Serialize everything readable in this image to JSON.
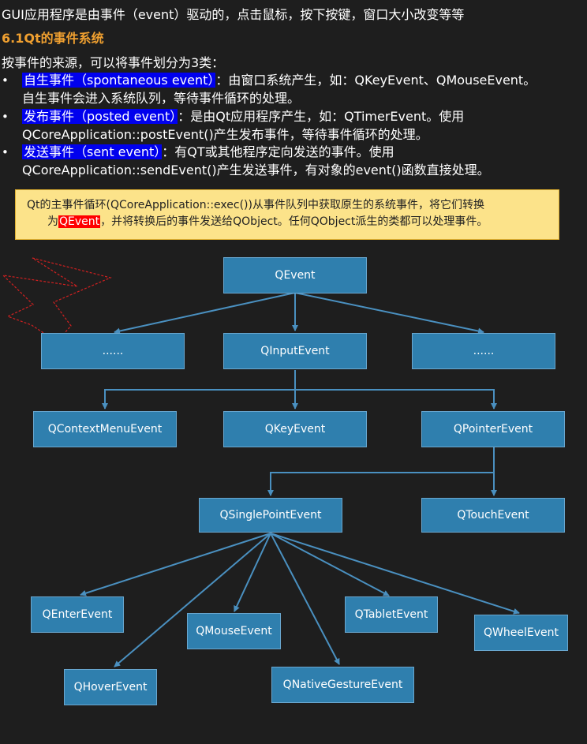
{
  "header": {
    "intro": "GUI应用程序是由事件（event）驱动的，点击鼠标，按下按键，窗口大小改变等等",
    "section_title": "6.1Qt的事件系统",
    "categories_intro": "按事件的来源，可以将事件划分为3类："
  },
  "bullets": [
    {
      "highlight": "自生事件（spontaneous event）",
      "text1": "：由窗口系统产生，如：QKeyEvent、QMouseEvent。",
      "text2": "自生事件会进入系统队列，等待事件循环的处理。"
    },
    {
      "highlight": "发布事件（posted event）",
      "text1": "：是由Qt应用程序产生，如：QTimerEvent。使用",
      "text2": "QCoreApplication::postEvent()产生发布事件，等待事件循环的处理。"
    },
    {
      "highlight": "发送事件（sent event）",
      "text1": "：有QT或其他程序定向发送的事件。使用",
      "text2": "QCoreApplication::sendEvent()产生发送事件，有对象的event()函数直接处理。"
    }
  ],
  "callout": {
    "line1": "Qt的主事件循环(QCoreApplication::exec())从事件队列中获取原生的系统事件，将它们转换",
    "line2_prefix": "为",
    "line2_highlight": "QEvent",
    "line2_suffix": "，并将转换后的事件发送给QObject。任何QObject派生的类都可以处理事件。"
  },
  "diagram": {
    "nodes": {
      "qevent": "QEvent",
      "ellipsis_left": "......",
      "qinputevent": "QInputEvent",
      "ellipsis_right": "......",
      "qcontextmenuevent": "QContextMenuEvent",
      "qkeyevent": "QKeyEvent",
      "qpointerevent": "QPointerEvent",
      "qsinglepointevent": "QSinglePointEvent",
      "qtouchevent": "QTouchEvent",
      "qenterevent": "QEnterEvent",
      "qmouseevent": "QMouseEvent",
      "qtabletevent": "QTabletEvent",
      "qwheelevent": "QWheelEvent",
      "qhoverevent": "QHoverEvent",
      "qnativegestureevent": "QNativeGestureEvent"
    },
    "colors": {
      "node_fill": "#2f7fae",
      "connector": "#4a90c0",
      "star_annotation": "#d02020"
    }
  }
}
